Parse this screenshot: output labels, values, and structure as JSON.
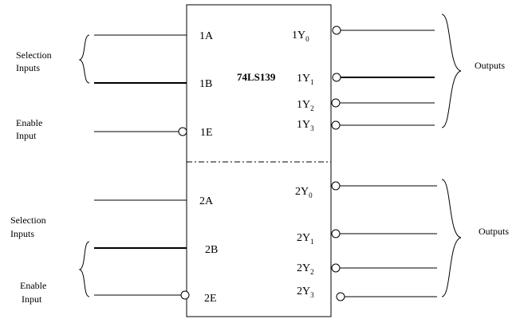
{
  "chip": {
    "name": "74LS139"
  },
  "left_labels": {
    "selection_top": [
      "Selection",
      "Inputs"
    ],
    "enable_top": [
      "Enable",
      "Input"
    ],
    "selection_bottom": [
      "Selection",
      "Inputs"
    ],
    "enable_bottom": [
      "Enable",
      "Input"
    ]
  },
  "right_labels": {
    "outputs_top": "Outputs",
    "outputs_bottom": "Outputs"
  },
  "pins": {
    "in1A": "1A",
    "in1B": "1B",
    "in1E": "1E",
    "in2A": "2A",
    "in2B": "2B",
    "in2E": "2E",
    "out1Y0": {
      "base": "1Y",
      "sub": "0"
    },
    "out1Y1": {
      "base": "1Y",
      "sub": "1"
    },
    "out1Y2": {
      "base": "1Y",
      "sub": "2"
    },
    "out1Y3": {
      "base": "1Y",
      "sub": "3"
    },
    "out2Y0": {
      "base": "2Y",
      "sub": "0"
    },
    "out2Y1": {
      "base": "2Y",
      "sub": "1"
    },
    "out2Y2": {
      "base": "2Y",
      "sub": "2"
    },
    "out2Y3": {
      "base": "2Y",
      "sub": "3"
    }
  }
}
